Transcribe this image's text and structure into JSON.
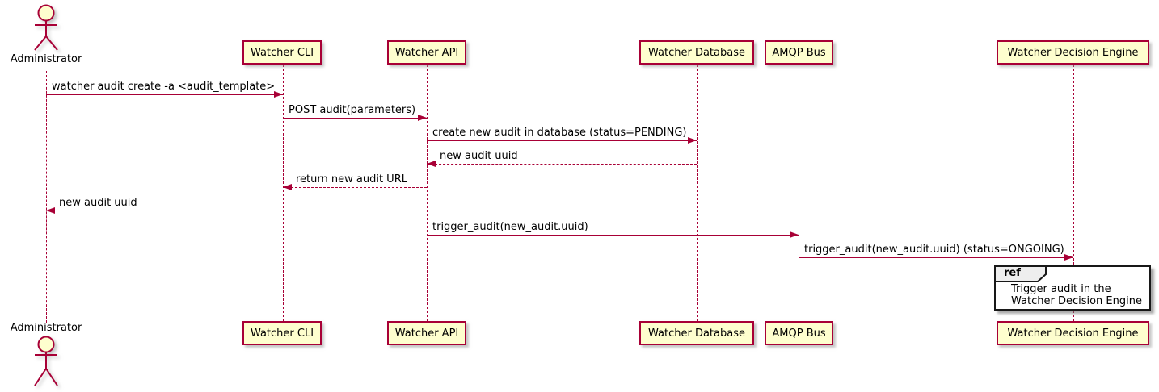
{
  "diagram_type": "uml-sequence-diagram",
  "participants": [
    {
      "label": "Administrator",
      "kind": "actor"
    },
    {
      "label": "Watcher CLI",
      "kind": "participant"
    },
    {
      "label": "Watcher API",
      "kind": "participant"
    },
    {
      "label": "Watcher Database",
      "kind": "participant"
    },
    {
      "label": "AMQP Bus",
      "kind": "participant"
    },
    {
      "label": "Watcher Decision Engine",
      "kind": "participant"
    }
  ],
  "messages": [
    {
      "from": "Administrator",
      "to": "Watcher CLI",
      "style": "solid",
      "label": "watcher audit create -a <audit_template>"
    },
    {
      "from": "Watcher CLI",
      "to": "Watcher API",
      "style": "solid",
      "label": "POST audit(parameters)"
    },
    {
      "from": "Watcher API",
      "to": "Watcher Database",
      "style": "solid",
      "label": "create new audit in database (status=PENDING)"
    },
    {
      "from": "Watcher Database",
      "to": "Watcher API",
      "style": "dashed",
      "label": "new audit uuid"
    },
    {
      "from": "Watcher API",
      "to": "Watcher CLI",
      "style": "dashed",
      "label": "return new audit URL"
    },
    {
      "from": "Watcher CLI",
      "to": "Administrator",
      "style": "dashed",
      "label": "new audit uuid"
    },
    {
      "from": "Watcher API",
      "to": "AMQP Bus",
      "style": "solid",
      "label": "trigger_audit(new_audit.uuid)"
    },
    {
      "from": "AMQP Bus",
      "to": "Watcher Decision Engine",
      "style": "solid",
      "label": "trigger_audit(new_audit.uuid) (status=ONGOING)"
    }
  ],
  "ref": {
    "tag": "ref",
    "over": "Watcher Decision Engine",
    "lines": [
      "Trigger audit in the",
      "Watcher Decision Engine"
    ]
  },
  "colors": {
    "participant_fill": "#FEFECE",
    "participant_border": "#A80036",
    "line": "#A80036",
    "text": "#000000",
    "ref_border": "#181818",
    "ref_tab_fill": "#EEEEEE",
    "background": "#FFFFFF"
  }
}
